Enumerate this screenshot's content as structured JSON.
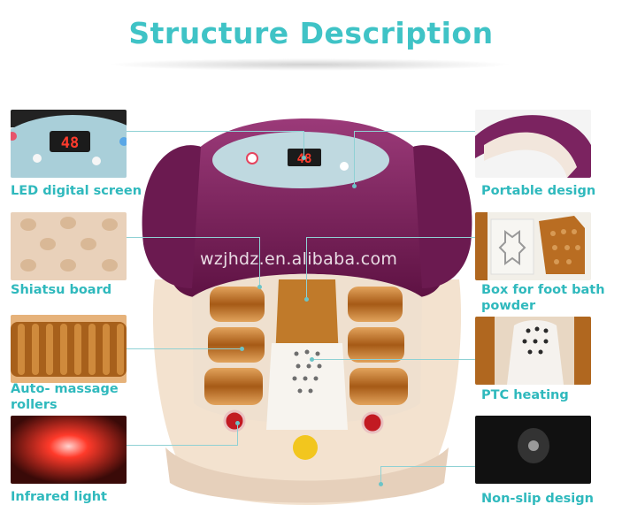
{
  "title": "Structure Description",
  "watermark": "wzjhdz.en.alibaba.com",
  "display_value": "48",
  "left_features": [
    {
      "label": "LED digital screen"
    },
    {
      "label": "Shiatsu board"
    },
    {
      "label": "Auto- massage rollers"
    },
    {
      "label": "Infrared light"
    }
  ],
  "right_features": [
    {
      "label": "Portable design"
    },
    {
      "label": "Box for foot bath powder"
    },
    {
      "label": "PTC heating"
    },
    {
      "label": "Non-slip design"
    }
  ],
  "colors": {
    "title": "#3fc3c6",
    "label": "#2fb9bd",
    "lid_purple": "#7a1f5a",
    "body_cream": "#f3e2cf",
    "roller_gold": "#b9701f"
  }
}
